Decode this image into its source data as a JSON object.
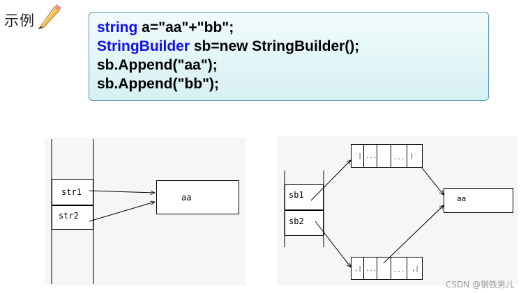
{
  "header": {
    "title": "示例"
  },
  "code": {
    "line1": {
      "keyword": "string",
      "rest": " a=\"aa\"+\"bb\";"
    },
    "line2": {
      "keyword": "StringBuilder",
      "rest": " sb=new StringBuilder();"
    },
    "line3": "sb.Append(\"aa\");",
    "line4": "sb.Append(\"bb\");"
  },
  "diagram1": {
    "var1": "str1",
    "var2": "str2",
    "target": "aa"
  },
  "diagram2": {
    "var1": "sb1",
    "var2": "sb2",
    "target": "aa",
    "top_cells": [
      "′|",
      "...",
      "",
      "...",
      "|′"
    ],
    "bottom_cells": [
      ",|",
      "...",
      "",
      "...",
      ",|"
    ]
  },
  "watermark": "CSDN @钢铁男儿",
  "colors": {
    "keyword": "#1010ee",
    "box_border": "#5a9aa8"
  }
}
